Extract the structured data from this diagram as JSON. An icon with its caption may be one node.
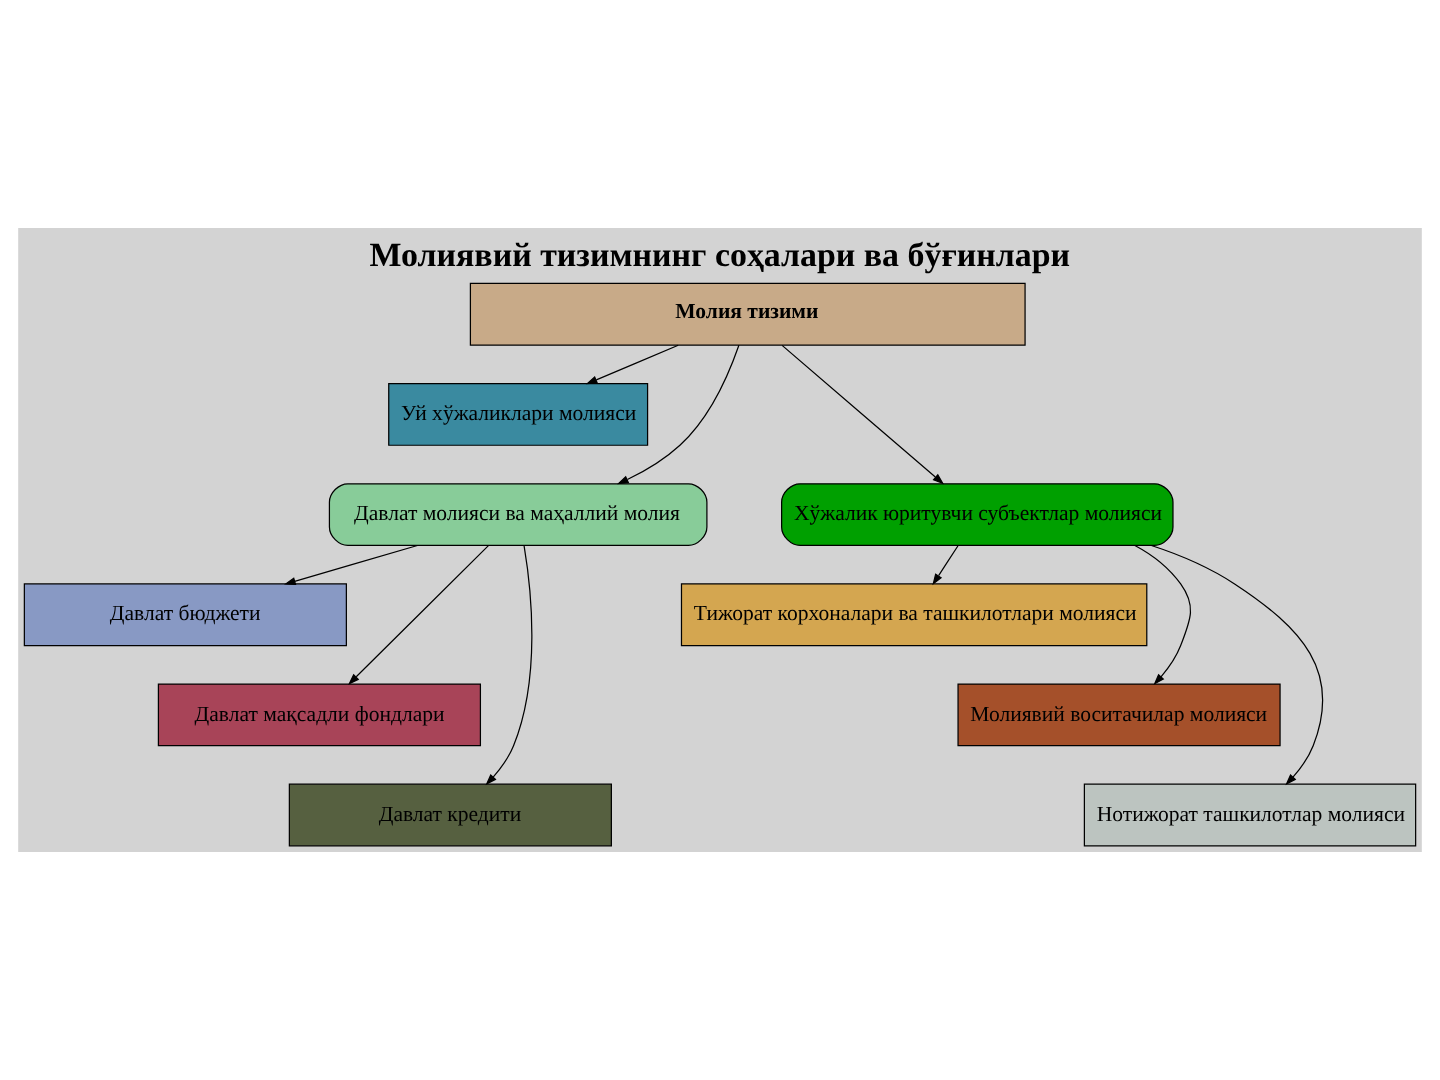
{
  "diagram": {
    "title": "Молиявий тизимнинг соҳалари ва бўғинлари",
    "nodes": [
      {
        "text": [
          "Молия тизими"
        ]
      },
      {
        "text": [
          "Уй хўжаликлари молияси"
        ]
      },
      {
        "text": [
          "Хўжалик юритувчи субъектлар молияси"
        ]
      },
      {
        "text": [
          "Давлат молияси ва маҳаллий молия"
        ]
      },
      {
        "text": [
          "Тижорат корхоналари ва ташкилотлари молияси"
        ]
      },
      {
        "text": [
          "Давлат бюджети"
        ]
      },
      {
        "text": [
          "Молиявий воситачилар молияси"
        ]
      },
      {
        "text": [
          "Давлат мақсадли фондлари"
        ]
      },
      {
        "text": [
          "Нотижорат ташкилотлар молияси"
        ]
      },
      {
        "text": [
          "Давлат кредити"
        ]
      }
    ],
    "edges": [
      {
        "from": 0,
        "to": 2,
        "arrow": "to"
      },
      {
        "from": 0,
        "to": 3,
        "arrow": "to"
      },
      {
        "from": 0,
        "to": 1,
        "arrow": "to"
      },
      {
        "from": 2,
        "to": 4,
        "arrow": "to"
      },
      {
        "from": 2,
        "to": 6,
        "arrow": "to"
      },
      {
        "from": 2,
        "to": 8,
        "arrow": "to"
      },
      {
        "from": 3,
        "to": 5,
        "arrow": "to"
      },
      {
        "from": 3,
        "to": 7,
        "arrow": "to"
      },
      {
        "from": 3,
        "to": 9,
        "arrow": "to"
      }
    ]
  }
}
